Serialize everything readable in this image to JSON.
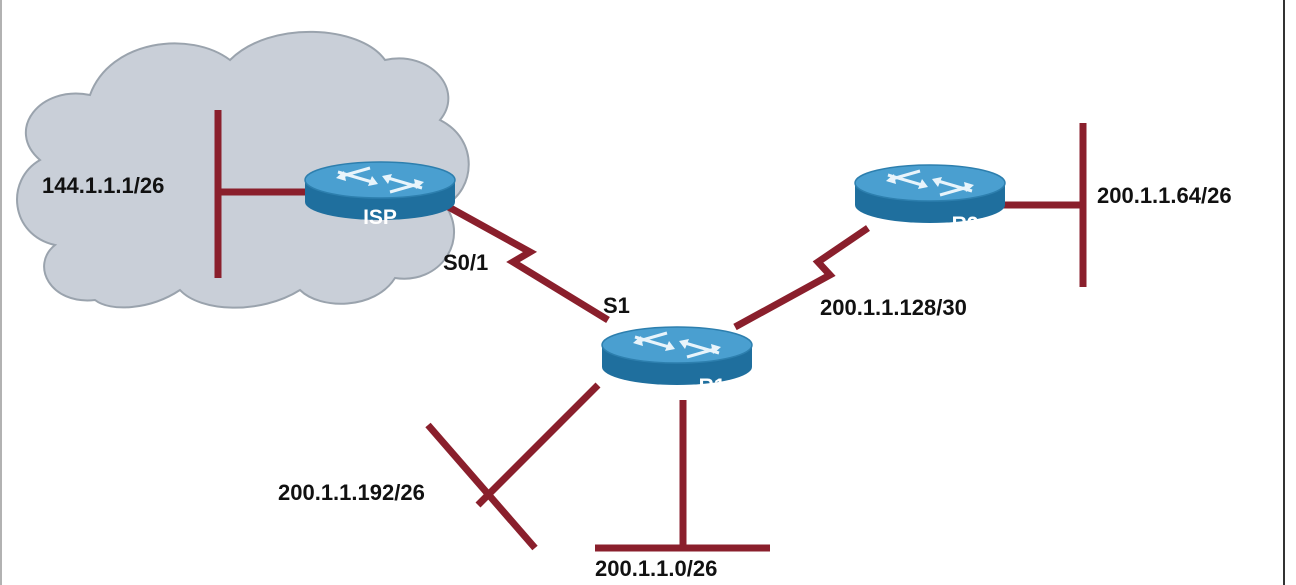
{
  "colors": {
    "link": "#8a1f2c",
    "cloud": "#c9cfd8",
    "router_top": "#4a9fd0",
    "router_side": "#1f6f9e",
    "frame": "#333333"
  },
  "icons": {
    "router": "router-icon",
    "cloud": "cloud-icon"
  },
  "routers": {
    "isp": "ISP",
    "r1": "R1",
    "r2": "R2"
  },
  "labels": {
    "isp_lan": "144.1.1.1/26",
    "isp_serial": "S0/1",
    "r1_serial": "S1",
    "r1_r2_link": "200.1.1.128/30",
    "r2_lan": "200.1.1.64/26",
    "r1_lan_left": "200.1.1.192/26",
    "r1_lan_bottom": "200.1.1.0/26"
  }
}
